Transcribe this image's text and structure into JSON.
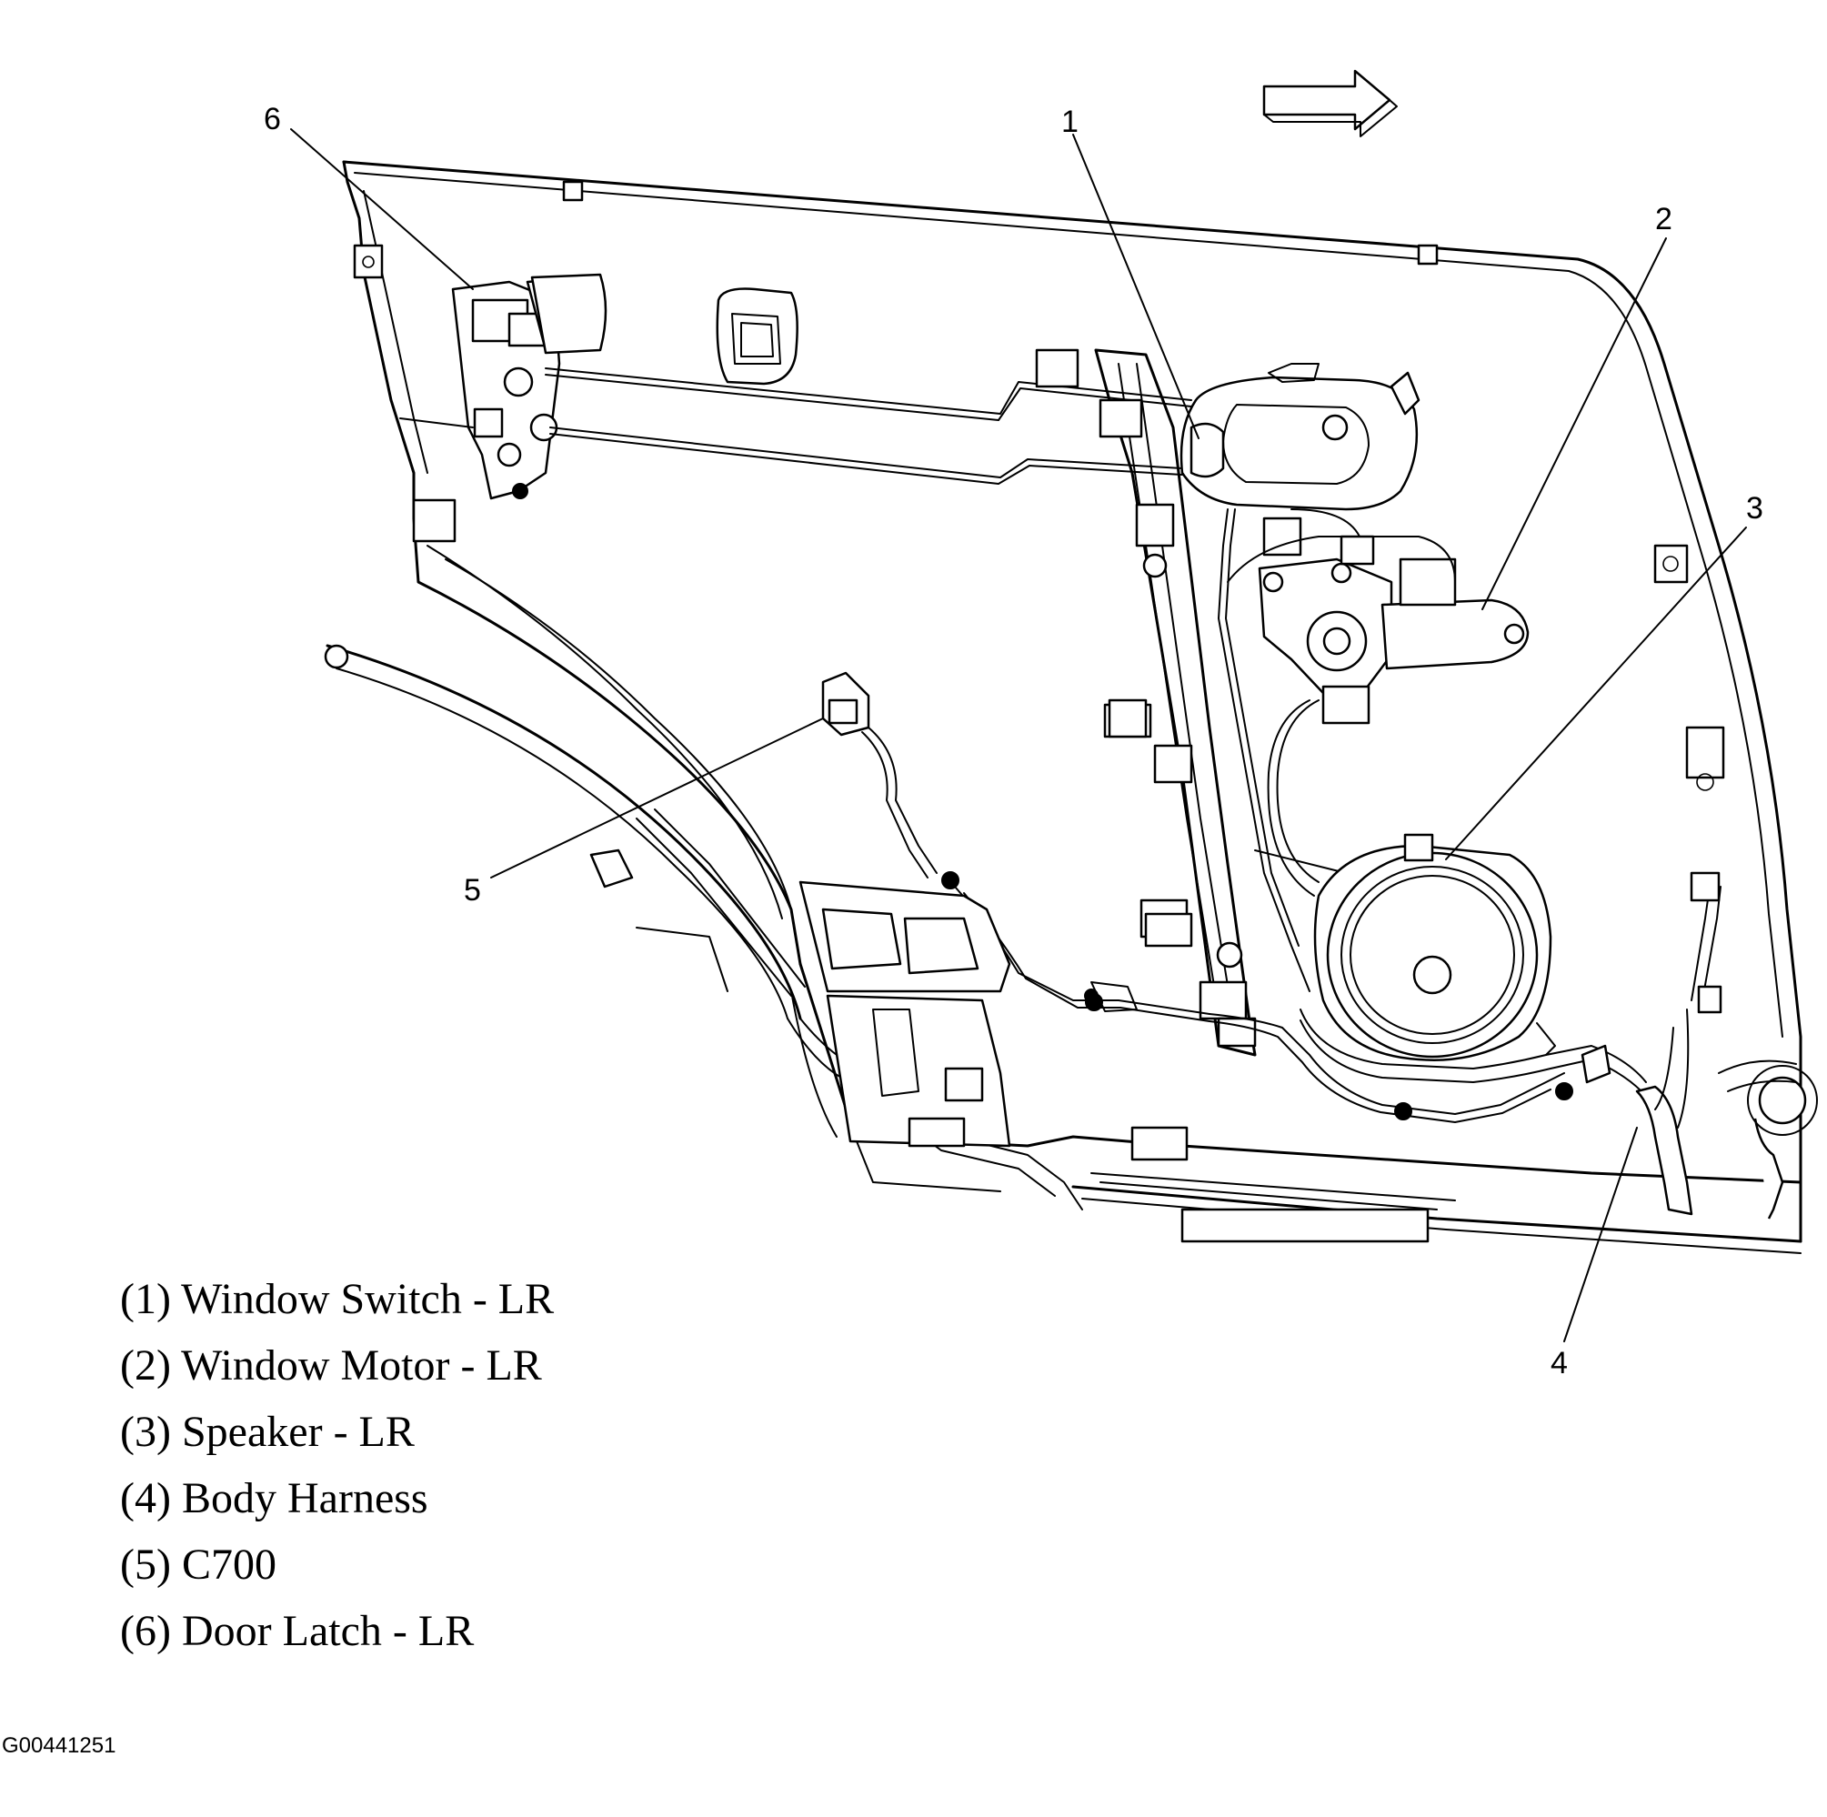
{
  "callouts": [
    {
      "num": "1",
      "name": "Window Switch - LR"
    },
    {
      "num": "2",
      "name": "Window Motor - LR"
    },
    {
      "num": "3",
      "name": "Speaker - LR"
    },
    {
      "num": "4",
      "name": "Body Harness"
    },
    {
      "num": "5",
      "name": "C700"
    },
    {
      "num": "6",
      "name": "Door Latch - LR"
    }
  ],
  "legend": [
    "(1) Window Switch - LR",
    "(2) Window Motor - LR",
    "(3) Speaker - LR",
    "(4) Body Harness",
    "(5) C700",
    "(6) Door Latch - LR"
  ],
  "figure_id": "G00441251",
  "direction_arrow": "forward-arrow-icon"
}
